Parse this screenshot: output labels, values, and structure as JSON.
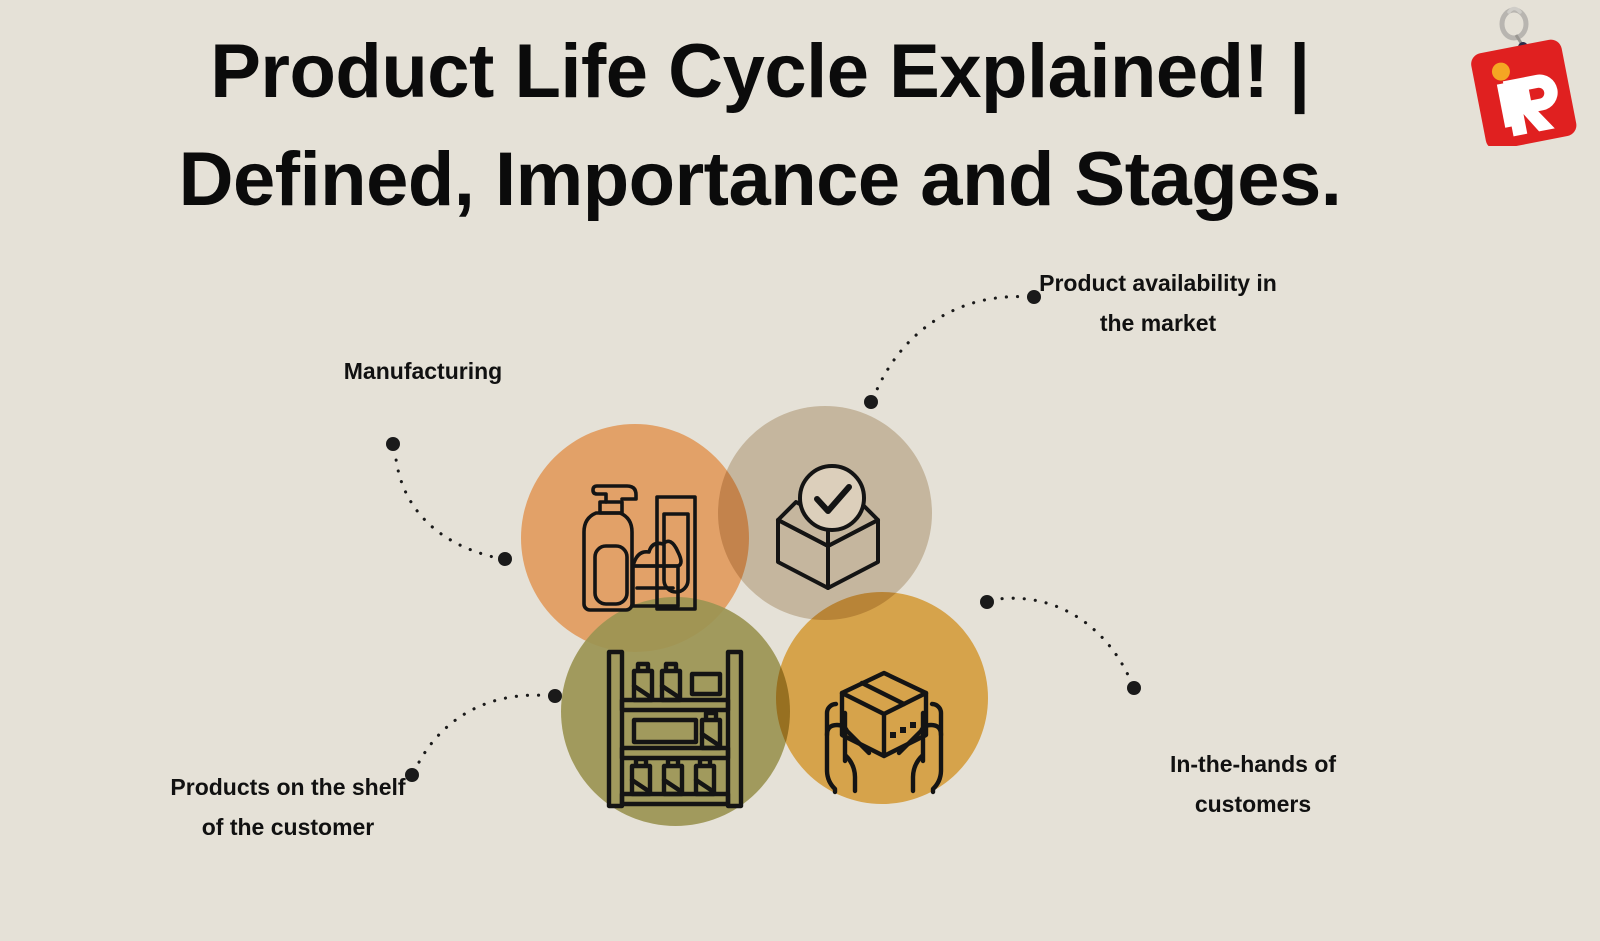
{
  "page": {
    "background_color": "#e5e1d7",
    "text_color": "#111111"
  },
  "title": {
    "line1": "Product Life Cycle Explained! |",
    "line2": "Defined, Importance and Stages.",
    "full": "Product Life Cycle Explained! | Defined, Importance and Stages."
  },
  "logo": {
    "name": "red-price-tag-logo",
    "letter": "R",
    "tag_color": "#e02020",
    "letter_color": "#ffffff",
    "dot_color": "#f5a623",
    "ring_color": "#b9b9b9"
  },
  "diagram": {
    "stages": [
      {
        "id": "manufacturing",
        "label": "Manufacturing",
        "icon": "cosmetic-products-icon",
        "circle_color": "#e2a168"
      },
      {
        "id": "availability",
        "label": "Product availability in the market",
        "icon": "open-box-check-icon",
        "circle_color": "#dccfbb"
      },
      {
        "id": "shelf",
        "label": "Products on the shelf of the customer",
        "icon": "store-shelf-icon",
        "circle_color": "#9b9452"
      },
      {
        "id": "hands",
        "label": "In-the-hands of customers",
        "icon": "hands-holding-box-icon",
        "circle_color": "#efb959"
      }
    ]
  }
}
